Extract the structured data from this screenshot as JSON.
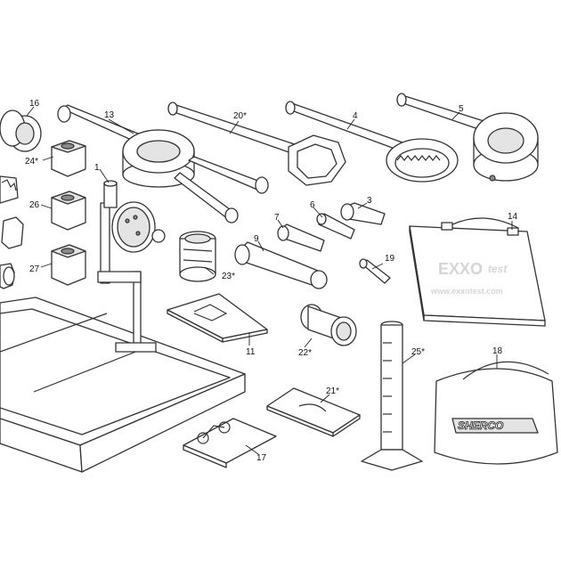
{
  "parts": [
    {
      "id": "1",
      "label": "1"
    },
    {
      "id": "3",
      "label": "3"
    },
    {
      "id": "4",
      "label": "4"
    },
    {
      "id": "5",
      "label": "5"
    },
    {
      "id": "6",
      "label": "6"
    },
    {
      "id": "7",
      "label": "7"
    },
    {
      "id": "9",
      "label": "9"
    },
    {
      "id": "11",
      "label": "11"
    },
    {
      "id": "13",
      "label": "13"
    },
    {
      "id": "14",
      "label": "14"
    },
    {
      "id": "16",
      "label": "16"
    },
    {
      "id": "17",
      "label": "17"
    },
    {
      "id": "18",
      "label": "18"
    },
    {
      "id": "19",
      "label": "19"
    },
    {
      "id": "20",
      "label": "20*"
    },
    {
      "id": "21",
      "label": "21*"
    },
    {
      "id": "22",
      "label": "22*"
    },
    {
      "id": "23",
      "label": "23*"
    },
    {
      "id": "24",
      "label": "24*"
    },
    {
      "id": "25",
      "label": "25*"
    },
    {
      "id": "26",
      "label": "26"
    },
    {
      "id": "27",
      "label": "27"
    }
  ],
  "case_brand": {
    "exxo": "EXXO",
    "test": "test",
    "url": "www.exxotest.com"
  },
  "bag_brand": "SHERCO"
}
